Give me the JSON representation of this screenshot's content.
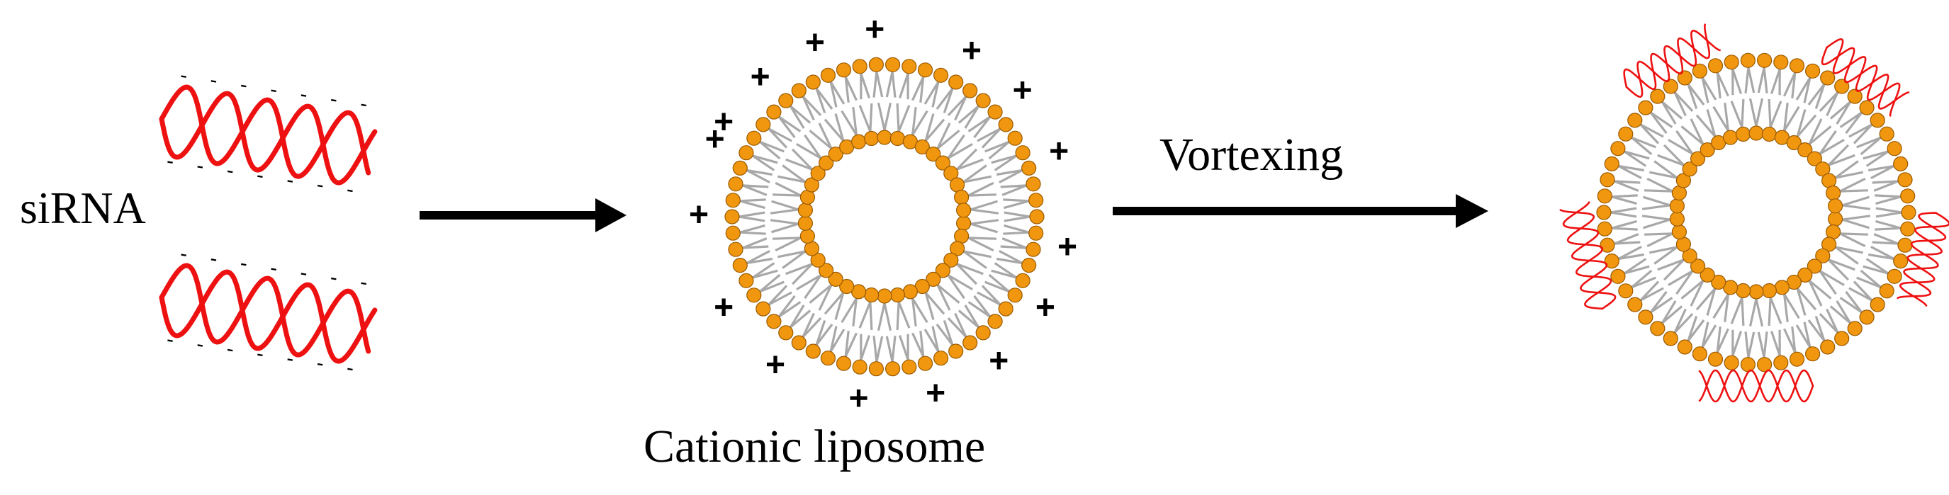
{
  "labels": {
    "sirna": "siRNA",
    "liposome": "Cationic liposome",
    "vortexing": "Vortexing"
  },
  "charges": {
    "negative": "-",
    "positive": "+"
  },
  "colors": {
    "rna": "#ee1111",
    "head": "#f0960f",
    "head_stroke": "#9a5a00",
    "tail": "#a8a8a8",
    "arrow": "#000000"
  }
}
